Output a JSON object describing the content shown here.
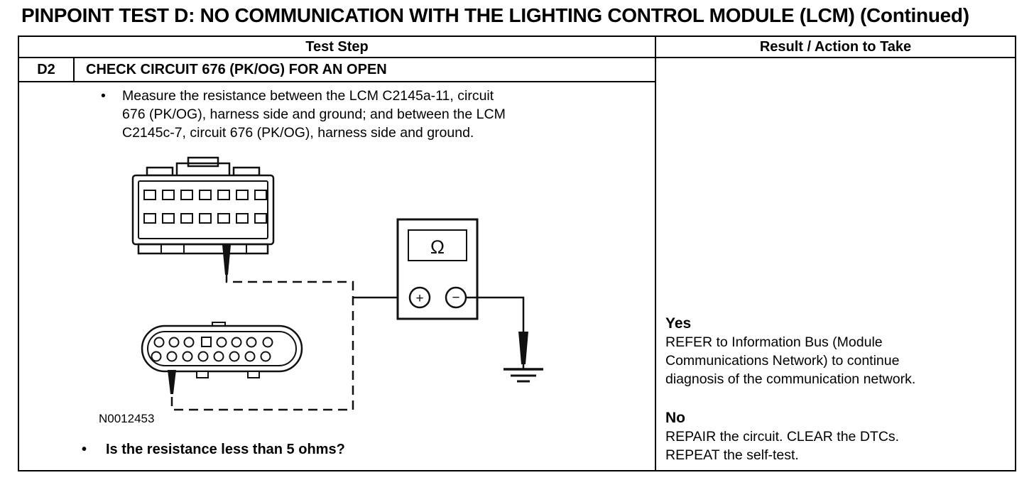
{
  "page": {
    "title": "PINPOINT TEST D: NO COMMUNICATION WITH THE LIGHTING CONTROL MODULE (LCM) (Continued)"
  },
  "table": {
    "headers": {
      "test_step": "Test Step",
      "result": "Result / Action to Take"
    },
    "step": {
      "id": "D2",
      "title": "CHECK CIRCUIT 676 (PK/OG) FOR AN OPEN",
      "bullet": "•",
      "instruction": "Measure the resistance between the LCM C2145a-11, circuit 676 (PK/OG), harness side and ground; and between the LCM C2145c-7, circuit 676 (PK/OG), harness side and ground.",
      "figure_label": "N0012453",
      "question": "Is the resistance less than 5 ohms?"
    },
    "result": {
      "yes_label": "Yes",
      "yes_action": "REFER to Information Bus (Module Communications Network) to continue diagnosis of the communication network.",
      "no_label": "No",
      "no_action": "REPAIR the circuit. CLEAR the DTCs. REPEAT the self-test."
    }
  },
  "diagram": {
    "meter_symbol": "Ω",
    "plus_label": "+",
    "minus_label": "−"
  }
}
